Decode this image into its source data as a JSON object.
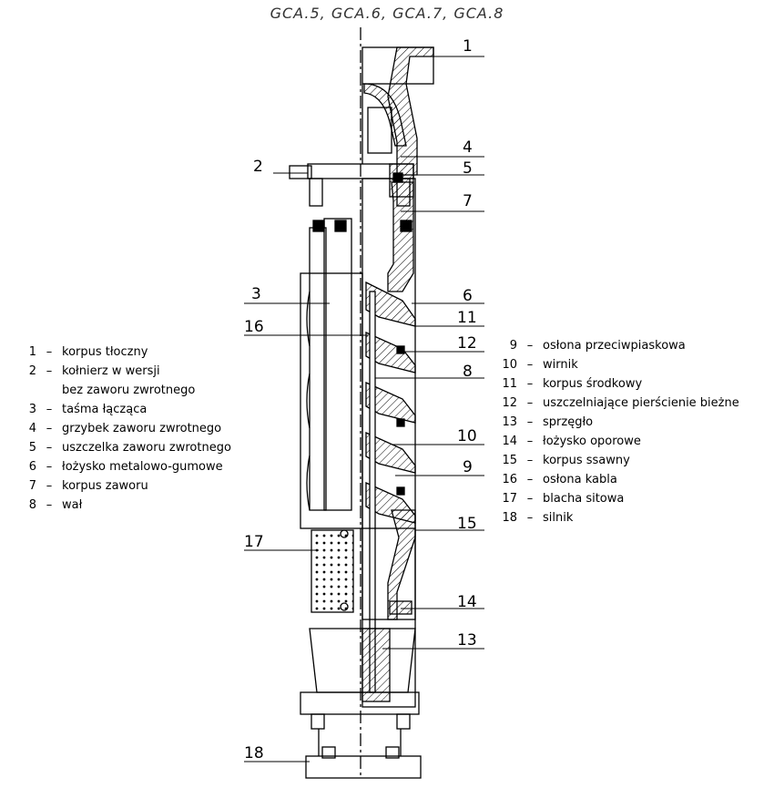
{
  "title": "GCA.5,  GCA.6,  GCA.7,  GCA.8",
  "callouts": [
    "1",
    "2",
    "3",
    "4",
    "5",
    "6",
    "7",
    "8",
    "9",
    "10",
    "11",
    "12",
    "13",
    "14",
    "15",
    "16",
    "17",
    "18"
  ],
  "legend_left": [
    {
      "num": "1",
      "text": "korpus tłoczny"
    },
    {
      "num": "2",
      "text": "kołnierz w wersji"
    },
    {
      "num": "",
      "text": "bez zaworu zwrotnego"
    },
    {
      "num": "3",
      "text": "taśma łącząca"
    },
    {
      "num": "4",
      "text": "grzybek zaworu zwrotnego"
    },
    {
      "num": "5",
      "text": "uszczelka zaworu zwrotnego"
    },
    {
      "num": "6",
      "text": "łożysko metalowo-gumowe"
    },
    {
      "num": "7",
      "text": "korpus zaworu"
    },
    {
      "num": "8",
      "text": "wał"
    }
  ],
  "legend_right": [
    {
      "num": "9",
      "text": "osłona przeciwpiaskowa"
    },
    {
      "num": "10",
      "text": "wirnik"
    },
    {
      "num": "11",
      "text": "korpus środkowy"
    },
    {
      "num": "12",
      "text": "uszczelniające pierścienie bieżne"
    },
    {
      "num": "13",
      "text": "sprzęgło"
    },
    {
      "num": "14",
      "text": "łożysko oporowe"
    },
    {
      "num": "15",
      "text": "korpus ssawny"
    },
    {
      "num": "16",
      "text": "osłona kabla"
    },
    {
      "num": "17",
      "text": "blacha sitowa"
    },
    {
      "num": "18",
      "text": "silnik"
    }
  ],
  "dash": "–"
}
